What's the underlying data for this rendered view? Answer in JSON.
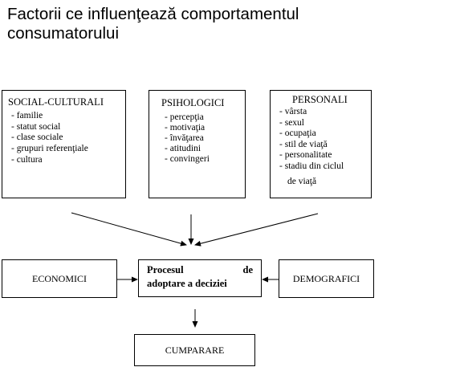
{
  "title": "Factorii ce influenţează comportamentul consumatorului",
  "boxes": {
    "social": {
      "heading": "SOCIAL-CULTURALI",
      "items": [
        "familie",
        "statut social",
        "clase sociale",
        "grupuri referenţiale",
        "cultura"
      ]
    },
    "psihologici": {
      "heading": "PSIHOLOGICI",
      "items": [
        "percepţia",
        "motivaţia",
        "învăţarea",
        "atitudini",
        "convingeri"
      ]
    },
    "personali": {
      "heading": "PERSONALI",
      "items": [
        "vârsta",
        "sexul",
        "ocupaţia",
        "stil de viaţă",
        "personalitate",
        "stadiu din ciclul"
      ],
      "continuation": "de viaţă"
    },
    "economici": "ECONOMICI",
    "demografici": "DEMOGRAFICI",
    "procesul": {
      "line1_word1": "Procesul",
      "line1_word2": "de",
      "line2": "adoptare a deciziei"
    },
    "cumparare": "CUMPARARE"
  }
}
